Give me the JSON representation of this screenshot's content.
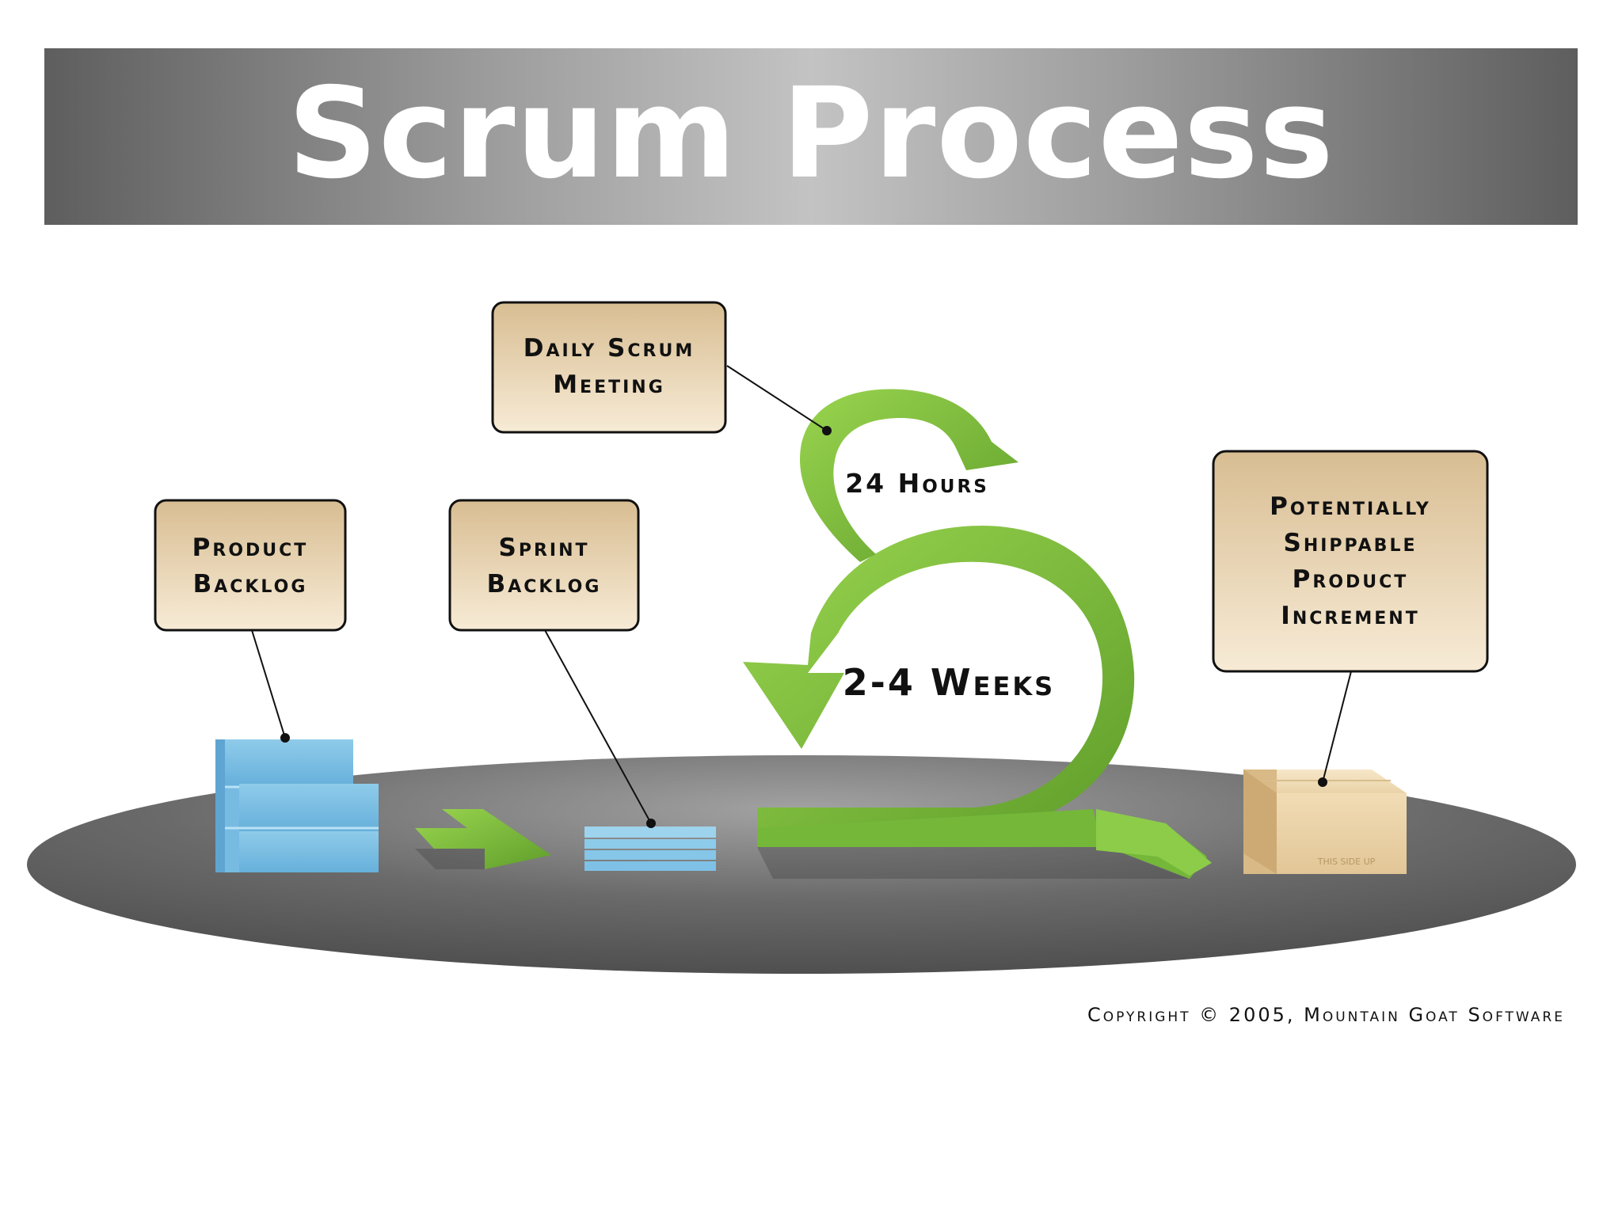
{
  "title": "Scrum Process",
  "boxes": {
    "daily_scrum": [
      "Daily Scrum",
      "Meeting"
    ],
    "product_backlog": [
      "Product",
      "Backlog"
    ],
    "sprint_backlog": [
      "Sprint",
      "Backlog"
    ],
    "increment": [
      "Potentially",
      "Shippable",
      "Product",
      "Increment"
    ]
  },
  "cycles": {
    "daily": "24 Hours",
    "sprint": "2-4 Weeks"
  },
  "box_label": "THIS SIDE UP",
  "copyright": "Copyright © 2005, Mountain Goat Software",
  "colors": {
    "box_fill_top": "#dcc39a",
    "box_fill_bottom": "#f6e9d2",
    "arrow_green": "#7dc23f",
    "platform": "#5b5b5b",
    "backlog_blue": "#9fd4f0"
  }
}
